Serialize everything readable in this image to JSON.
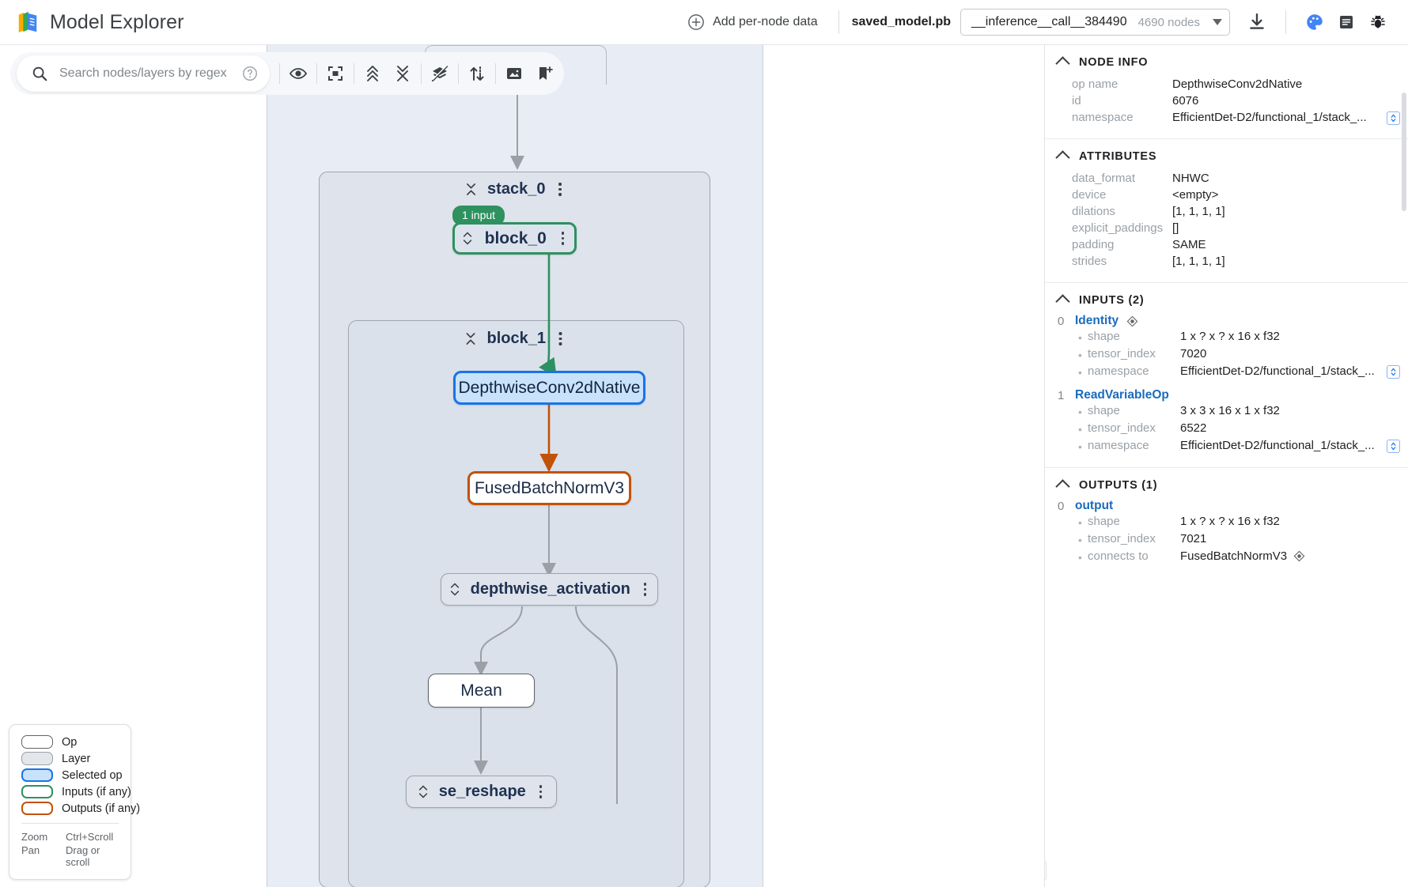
{
  "app": {
    "title": "Model Explorer",
    "logo_icon": "model-explorer-logo"
  },
  "topbar": {
    "add_data_label": "Add per-node data",
    "add_data_icon": "plus-circle-icon",
    "model_name": "saved_model.pb",
    "graph_id": "__inference__call__384490",
    "node_count": "4690 nodes",
    "dropdown_icon": "chevron-down-icon",
    "icons": [
      {
        "name": "download-icon",
        "label": "Download"
      },
      {
        "name": "palette-icon",
        "label": "Color scheme"
      },
      {
        "name": "notes-icon",
        "label": "Notes"
      },
      {
        "name": "bug-icon",
        "label": "Report bug"
      }
    ]
  },
  "search": {
    "placeholder": "Search nodes/layers by regex",
    "value": "",
    "search_icon": "search-icon",
    "help_icon": "help-circle-icon",
    "tools": [
      {
        "name": "visibility-icon",
        "label": "Toggle node visibility"
      },
      {
        "name": "fit-to-screen-icon",
        "label": "Fit graph to screen"
      },
      {
        "name": "expand-all-icon",
        "label": "Expand all layers"
      },
      {
        "name": "collapse-all-icon",
        "label": "Collapse all layers"
      },
      {
        "name": "hide-layers-icon",
        "label": "Flatten layers"
      },
      {
        "name": "trace-io-icon",
        "label": "Trace inputs/outputs"
      },
      {
        "name": "snapshot-icon",
        "label": "Download as image"
      },
      {
        "name": "bookmark-add-icon",
        "label": "Add snapshot"
      }
    ]
  },
  "graph": {
    "groups": [
      {
        "name": "stack_0",
        "collapse_icon": "collapse-arrows-icon",
        "menu_icon": "more-vert-icon"
      },
      {
        "name": "block_1",
        "collapse_icon": "collapse-arrows-icon",
        "menu_icon": "more-vert-icon"
      }
    ],
    "nodes": [
      {
        "id": "block_0",
        "label": "block_0",
        "kind": "layer-input",
        "badge": "1 input",
        "expand_icon": "expand-arrows-icon",
        "menu_icon": "more-vert-icon"
      },
      {
        "id": "depthwise_conv",
        "label": "DepthwiseConv2dNative",
        "kind": "selected-op"
      },
      {
        "id": "fused_batch_norm",
        "label": "FusedBatchNormV3",
        "kind": "output-op"
      },
      {
        "id": "depthwise_activation",
        "label": "depthwise_activation",
        "kind": "layer",
        "expand_icon": "expand-arrows-icon",
        "menu_icon": "more-vert-icon"
      },
      {
        "id": "mean",
        "label": "Mean",
        "kind": "op"
      },
      {
        "id": "se_reshape",
        "label": "se_reshape",
        "kind": "layer",
        "expand_icon": "expand-arrows-icon",
        "menu_icon": "more-vert-icon"
      }
    ]
  },
  "legend": {
    "items": [
      {
        "label": "Op",
        "fill": "#ffffff",
        "stroke": "#5f6368"
      },
      {
        "label": "Layer",
        "fill": "#e3e6ea",
        "stroke": "#9aa0a6"
      },
      {
        "label": "Selected op",
        "fill": "#c9e2fb",
        "stroke": "#1a73e8"
      },
      {
        "label": "Inputs (if any)",
        "fill": "#ffffff",
        "stroke": "#2e9160"
      },
      {
        "label": "Outputs (if any)",
        "fill": "#ffffff",
        "stroke": "#c25208"
      }
    ],
    "help": [
      {
        "key": "Zoom",
        "value": "Ctrl+Scroll"
      },
      {
        "key": "Pan",
        "value": "Drag or scroll"
      }
    ]
  },
  "panel": {
    "node_info": {
      "title": "NODE INFO",
      "rows": [
        {
          "key": "op name",
          "value": "DepthwiseConv2dNative",
          "expandable": false
        },
        {
          "key": "id",
          "value": "6076",
          "expandable": false
        },
        {
          "key": "namespace",
          "value": "EfficientDet-D2/functional_1/stack_...",
          "expandable": true
        }
      ]
    },
    "attributes": {
      "title": "ATTRIBUTES",
      "rows": [
        {
          "key": "data_format",
          "value": "NHWC",
          "expandable": false
        },
        {
          "key": "device",
          "value": "<empty>",
          "expandable": false
        },
        {
          "key": "dilations",
          "value": "[1, 1, 1, 1]",
          "expandable": false
        },
        {
          "key": "explicit_paddings",
          "value": "[]",
          "expandable": false
        },
        {
          "key": "padding",
          "value": "SAME",
          "expandable": false
        },
        {
          "key": "strides",
          "value": "[1, 1, 1, 1]",
          "expandable": false
        }
      ]
    },
    "inputs": {
      "title": "INPUTS (2)",
      "items": [
        {
          "index": "0",
          "name": "Identity",
          "locate_icon": "locate-icon",
          "rows": [
            {
              "key": "shape",
              "value": "1 x ? x ? x 16 x f32",
              "expandable": false
            },
            {
              "key": "tensor_index",
              "value": "7020",
              "expandable": false
            },
            {
              "key": "namespace",
              "value": "EfficientDet-D2/functional_1/stack_...",
              "expandable": true
            }
          ]
        },
        {
          "index": "1",
          "name": "ReadVariableOp",
          "locate_icon": "",
          "rows": [
            {
              "key": "shape",
              "value": "3 x 3 x 16 x 1 x f32",
              "expandable": false
            },
            {
              "key": "tensor_index",
              "value": "6522",
              "expandable": false
            },
            {
              "key": "namespace",
              "value": "EfficientDet-D2/functional_1/stack_...",
              "expandable": true
            }
          ]
        }
      ]
    },
    "outputs": {
      "title": "OUTPUTS (1)",
      "items": [
        {
          "index": "0",
          "name": "output",
          "locate_icon": "",
          "rows": [
            {
              "key": "shape",
              "value": "1 x ? x ? x 16 x f32",
              "expandable": false
            },
            {
              "key": "tensor_index",
              "value": "7021",
              "expandable": false
            },
            {
              "key": "connects to",
              "value": "FusedBatchNormV3",
              "expandable": false,
              "locate_icon": "locate-icon"
            }
          ]
        }
      ]
    },
    "collapse_handle_icon": "chevron-right-icon"
  },
  "colors": {
    "selected": "#1a73e8",
    "inputs": "#2e9160",
    "outputs": "#c25208",
    "layer_bg": "#dee3ec",
    "canvas_bg": "#ffffff"
  }
}
